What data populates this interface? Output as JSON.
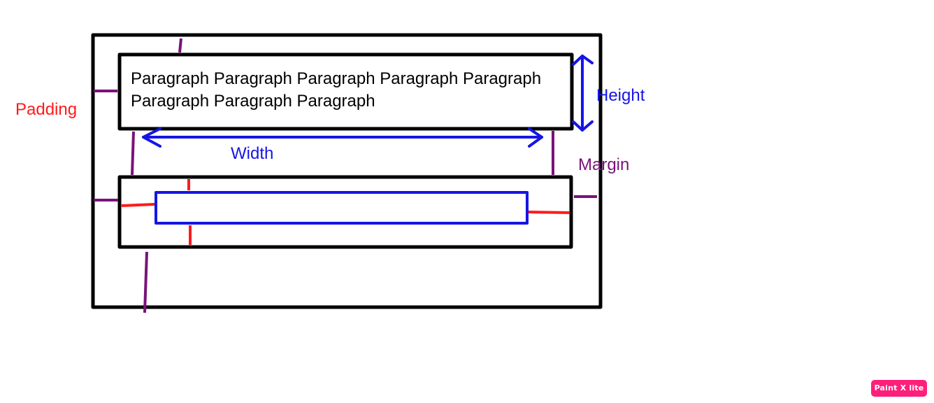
{
  "paragraph": {
    "text": "Paragraph Paragraph Paragraph Paragraph Paragraph Paragraph Paragraph Paragraph"
  },
  "labels": {
    "padding": "Padding",
    "height": "Height",
    "width": "Width",
    "margin": "Margin"
  },
  "watermark": "Paint X lite",
  "colors": {
    "box_outline": "#000000",
    "padding": "#ff1a1a",
    "dimension": "#1515e6",
    "margin": "#7a127a",
    "watermark_bg": "#ff1f7a"
  }
}
